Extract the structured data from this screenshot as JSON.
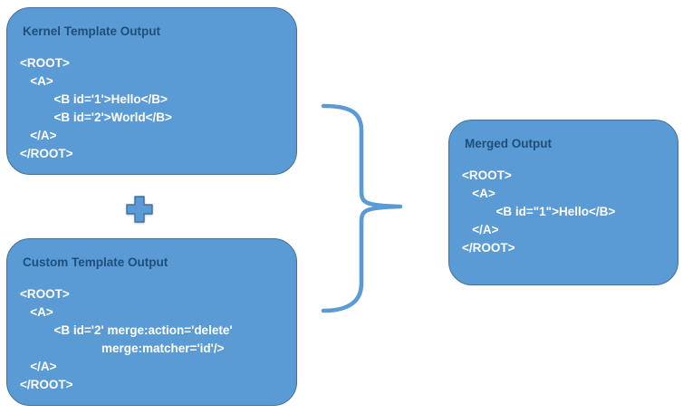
{
  "diagram": {
    "kernel_box": {
      "title": "Kernel Template Output",
      "code": [
        "<ROOT>",
        "   <A>",
        "          <B id='1'>Hello</B>",
        "          <B id='2'>World</B>",
        "   </A>",
        "</ROOT>"
      ]
    },
    "custom_box": {
      "title": "Custom Template Output",
      "code": [
        "<ROOT>",
        "   <A>",
        "          <B id='2' merge:action='delete'",
        "                        merge:matcher='id'/>",
        "   </A>",
        "</ROOT>"
      ]
    },
    "merged_box": {
      "title": "Merged Output",
      "code": [
        "<ROOT>",
        "   <A>",
        "          <B id=\"1\">Hello</B>",
        "   </A>",
        "</ROOT>"
      ]
    },
    "icons": {
      "plus": "plus-icon",
      "brace": "right-curly-brace-icon"
    }
  },
  "colors": {
    "box_fill": "#5b9bd5",
    "box_border": "#41719c",
    "title_color": "#1f4e79",
    "code_color": "#ffffff",
    "shape_fill": "#5b9bd5",
    "shape_border": "#41719c",
    "brace_stroke": "#5b9bd5",
    "background": "#ffffff"
  }
}
